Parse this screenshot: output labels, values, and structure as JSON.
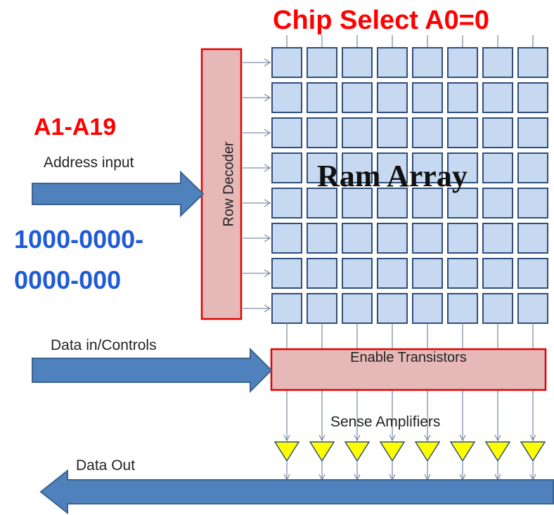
{
  "title": "Chip Select A0=0",
  "address_range": "A1-A19",
  "address_input_label": "Address input",
  "address_value_line1": "1000-0000-",
  "address_value_line2": "0000-000",
  "row_decoder_label": "Row Decoder",
  "ram_array_label": "Ram Array",
  "data_in_label": "Data in/Controls",
  "enable_label": "Enable Transistors",
  "sense_label": "Sense Amplifiers",
  "data_out_label": "Data Out",
  "array": {
    "rows": 8,
    "cols": 8
  },
  "colors": {
    "cell_fill": "#c6d9f1",
    "cell_stroke": "#2f4e7c",
    "decoder_fill": "#e6b9b8",
    "decoder_stroke": "#e00000",
    "arrow_fill": "#4f81bd",
    "arrow_stroke": "#3a6391",
    "amp_fill": "#ffff00",
    "title_red": "#ff0000",
    "address_blue": "#1f5bd6"
  }
}
